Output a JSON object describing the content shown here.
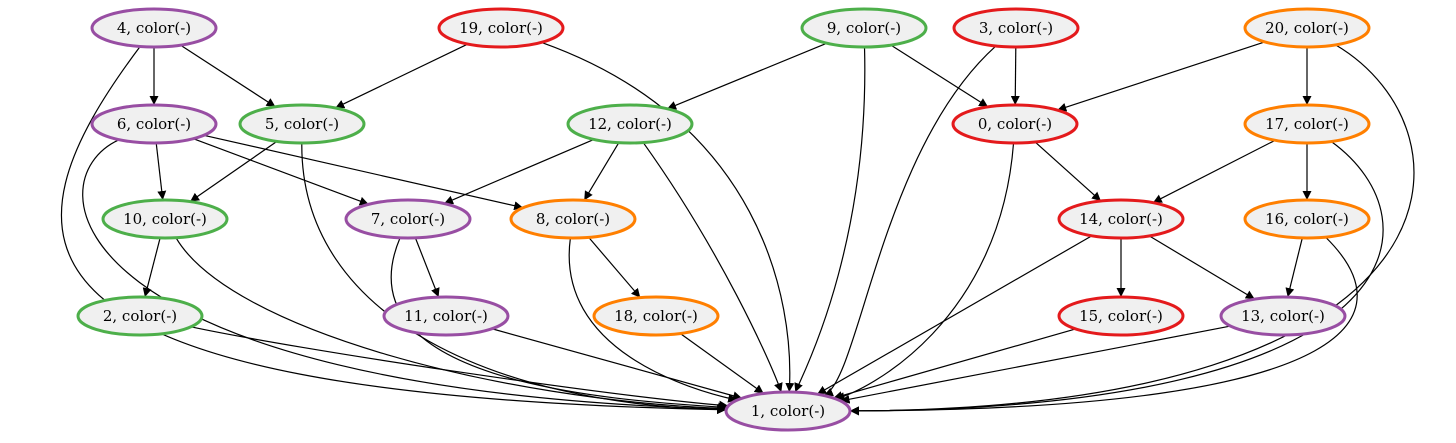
{
  "colors": {
    "purple": "#984ea3",
    "red": "#e41a1c",
    "green": "#4daf4a",
    "orange": "#ff7f00",
    "node_fill": "#f0f0f0",
    "edge": "#000000"
  },
  "nodes": [
    {
      "id": "n4",
      "label": "4, color(-)",
      "color": "purple"
    },
    {
      "id": "n19",
      "label": "19, color(-)",
      "color": "red"
    },
    {
      "id": "n9",
      "label": "9, color(-)",
      "color": "green"
    },
    {
      "id": "n3",
      "label": "3, color(-)",
      "color": "red"
    },
    {
      "id": "n20",
      "label": "20, color(-)",
      "color": "orange"
    },
    {
      "id": "n6",
      "label": "6, color(-)",
      "color": "purple"
    },
    {
      "id": "n5",
      "label": "5, color(-)",
      "color": "green"
    },
    {
      "id": "n12",
      "label": "12, color(-)",
      "color": "green"
    },
    {
      "id": "n0",
      "label": "0, color(-)",
      "color": "red"
    },
    {
      "id": "n17",
      "label": "17, color(-)",
      "color": "orange"
    },
    {
      "id": "n10",
      "label": "10, color(-)",
      "color": "green"
    },
    {
      "id": "n7",
      "label": "7, color(-)",
      "color": "purple"
    },
    {
      "id": "n8",
      "label": "8, color(-)",
      "color": "orange"
    },
    {
      "id": "n14",
      "label": "14, color(-)",
      "color": "red"
    },
    {
      "id": "n16",
      "label": "16, color(-)",
      "color": "orange"
    },
    {
      "id": "n2",
      "label": "2, color(-)",
      "color": "green"
    },
    {
      "id": "n11",
      "label": "11, color(-)",
      "color": "purple"
    },
    {
      "id": "n18",
      "label": "18, color(-)",
      "color": "orange"
    },
    {
      "id": "n15",
      "label": "15, color(-)",
      "color": "red"
    },
    {
      "id": "n13",
      "label": "13, color(-)",
      "color": "purple"
    },
    {
      "id": "n1",
      "label": "1, color(-)",
      "color": "purple"
    }
  ],
  "edges": [
    [
      "n4",
      "n6"
    ],
    [
      "n4",
      "n5"
    ],
    [
      "n4",
      "n1"
    ],
    [
      "n19",
      "n5"
    ],
    [
      "n19",
      "n1"
    ],
    [
      "n9",
      "n12"
    ],
    [
      "n9",
      "n0"
    ],
    [
      "n9",
      "n1"
    ],
    [
      "n3",
      "n0"
    ],
    [
      "n3",
      "n1"
    ],
    [
      "n20",
      "n0"
    ],
    [
      "n20",
      "n17"
    ],
    [
      "n20",
      "n1"
    ],
    [
      "n6",
      "n10"
    ],
    [
      "n6",
      "n7"
    ],
    [
      "n6",
      "n8"
    ],
    [
      "n6",
      "n1"
    ],
    [
      "n5",
      "n10"
    ],
    [
      "n5",
      "n1"
    ],
    [
      "n12",
      "n7"
    ],
    [
      "n12",
      "n8"
    ],
    [
      "n12",
      "n1"
    ],
    [
      "n0",
      "n14"
    ],
    [
      "n0",
      "n1"
    ],
    [
      "n17",
      "n14"
    ],
    [
      "n17",
      "n16"
    ],
    [
      "n17",
      "n1"
    ],
    [
      "n10",
      "n2"
    ],
    [
      "n10",
      "n1"
    ],
    [
      "n7",
      "n11"
    ],
    [
      "n7",
      "n1"
    ],
    [
      "n8",
      "n18"
    ],
    [
      "n8",
      "n1"
    ],
    [
      "n14",
      "n15"
    ],
    [
      "n14",
      "n13"
    ],
    [
      "n14",
      "n1"
    ],
    [
      "n16",
      "n13"
    ],
    [
      "n16",
      "n1"
    ],
    [
      "n2",
      "n1"
    ],
    [
      "n11",
      "n1"
    ],
    [
      "n18",
      "n1"
    ],
    [
      "n15",
      "n1"
    ],
    [
      "n13",
      "n1"
    ]
  ]
}
